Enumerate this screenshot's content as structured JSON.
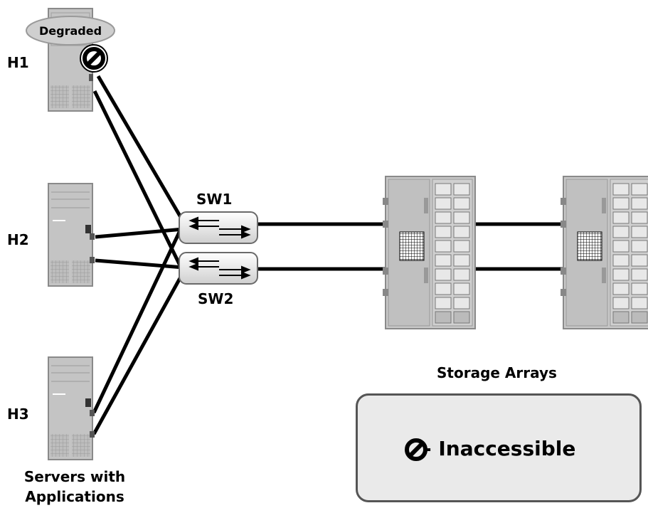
{
  "hosts": [
    {
      "id": "H1",
      "label": "H1",
      "status": "Degraded"
    },
    {
      "id": "H2",
      "label": "H2"
    },
    {
      "id": "H3",
      "label": "H3"
    }
  ],
  "switches": [
    {
      "id": "SW1",
      "label": "SW1"
    },
    {
      "id": "SW2",
      "label": "SW2"
    }
  ],
  "servers_caption": "Servers with Applications",
  "storage_caption": "Storage Arrays",
  "legend": {
    "icon": "inaccessible-icon",
    "text": "- Inaccessible"
  },
  "colors": {
    "server_body": "#c4c4c4",
    "degraded_fill": "#cfcfcf",
    "legend_bg": "#eaeaea",
    "link": "#000000"
  }
}
